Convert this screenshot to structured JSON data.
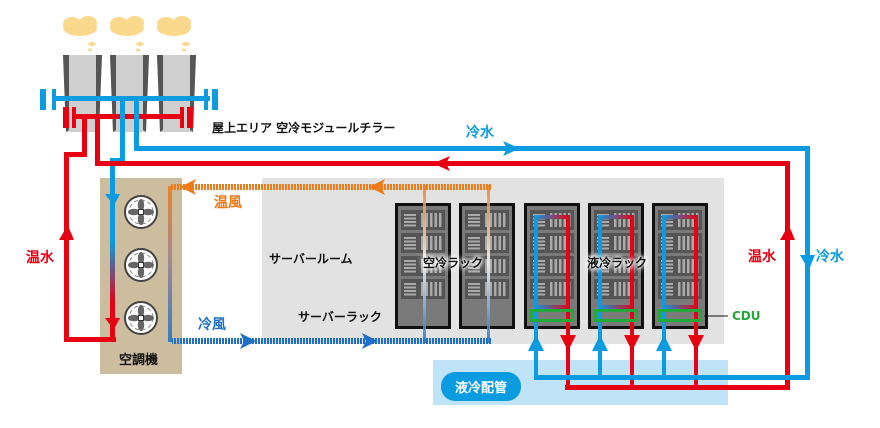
{
  "title": "液冷/空冷 データセンター冷却システム構成図",
  "colors": {
    "cold_water": "#0a9be0",
    "hot_water": "#e60012",
    "warm_air": "#ee7a1a",
    "cool_air": "#1f6fc7",
    "cdu": "#22a93a",
    "server_room_bg": "#e2e2e2",
    "ac_unit_bg": "#cbbd9e",
    "liquid_pipe_bg": "#bfe3f7",
    "steam": "#fbd98c",
    "chiller": "#cccccc"
  },
  "labels": {
    "chiller": "屋上エリア 空冷モジュールチラー",
    "cold_water_top": "冷水",
    "warm_air": "温風",
    "cool_air": "冷風",
    "hot_water_left": "温水",
    "ac_unit": "空調機",
    "server_room": "サーバールーム",
    "server_rack": "サーバーラック",
    "air_cooled_rack": "空冷ラック",
    "liquid_cooled_rack": "液冷ラック",
    "cdu": "CDU",
    "hot_water_right": "温水",
    "cold_water_right": "冷水",
    "liquid_piping": "液冷配管"
  },
  "components": {
    "chiller_units": 3,
    "ac_fans": 3,
    "air_cooled_racks": 2,
    "liquid_cooled_racks": 3
  },
  "icons": {
    "fan": "fan-icon",
    "steam": "steam-cloud-icon",
    "arrow": "flow-arrow-icon"
  }
}
